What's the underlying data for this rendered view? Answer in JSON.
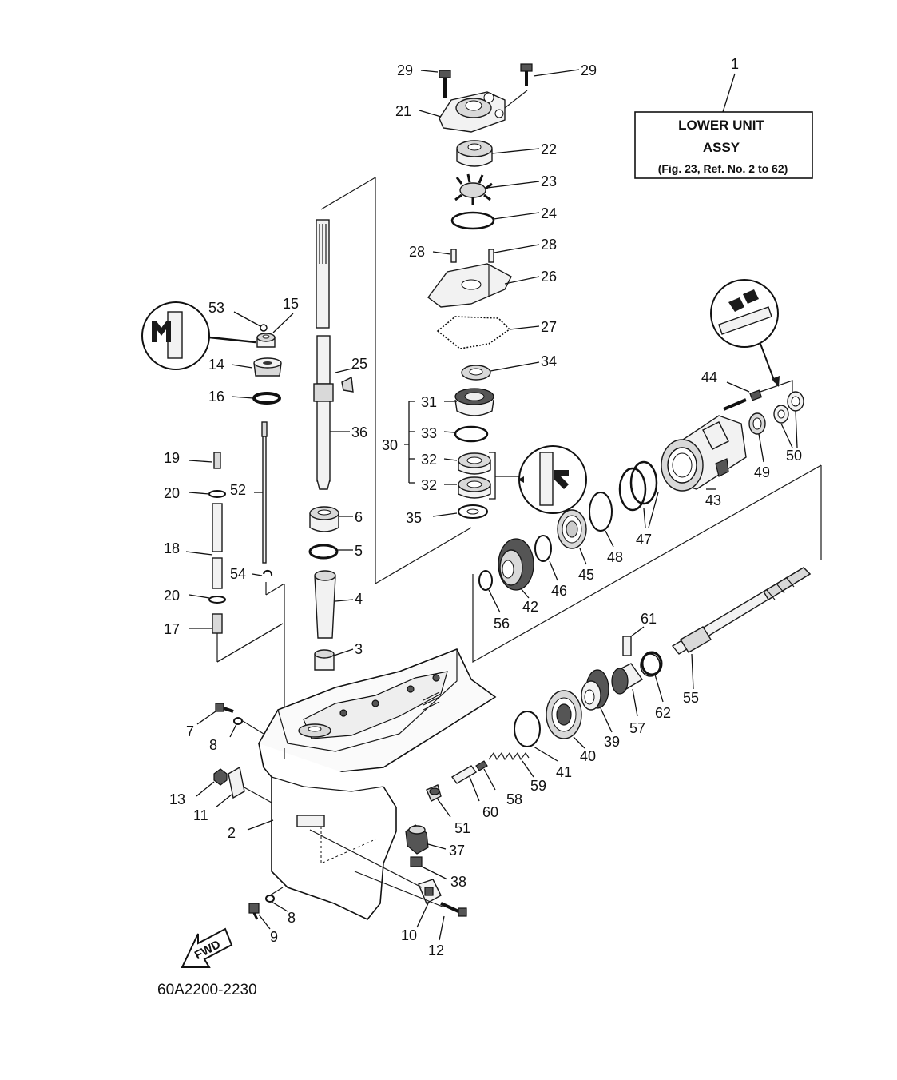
{
  "title_box": {
    "ref": "1",
    "line1": "LOWER UNIT",
    "line2": "ASSY",
    "line3": "(Fig. 23, Ref. No. 2 to 62)"
  },
  "diagram_code": "60A2200-2230",
  "fwd_label": "FWD",
  "callouts": {
    "p29a": "29",
    "p29b": "29",
    "p21": "21",
    "p22": "22",
    "p23": "23",
    "p24": "24",
    "p28a": "28",
    "p28b": "28",
    "p26": "26",
    "p27": "27",
    "p34": "34",
    "p31": "31",
    "p33": "33",
    "p30": "30",
    "p32a": "32",
    "p32b": "32",
    "p35": "35",
    "p53": "53",
    "p15": "15",
    "p14": "14",
    "p16": "16",
    "p25": "25",
    "p36": "36",
    "p19": "19",
    "p20a": "20",
    "p52": "52",
    "p18": "18",
    "p54": "54",
    "p20b": "20",
    "p17": "17",
    "p6": "6",
    "p5": "5",
    "p4": "4",
    "p3": "3",
    "p44": "44",
    "p50": "50",
    "p49": "49",
    "p43": "43",
    "p47": "47",
    "p48": "48",
    "p45": "45",
    "p46": "46",
    "p42": "42",
    "p56": "56",
    "p61": "61",
    "p55": "55",
    "p62": "62",
    "p57": "57",
    "p39": "39",
    "p40": "40",
    "p41": "41",
    "p59": "59",
    "p58": "58",
    "p60": "60",
    "p51": "51",
    "p7": "7",
    "p8a": "8",
    "p13": "13",
    "p11": "11",
    "p2": "2",
    "p37": "37",
    "p38": "38",
    "p8b": "8",
    "p9": "9",
    "p10": "10",
    "p12": "12"
  }
}
